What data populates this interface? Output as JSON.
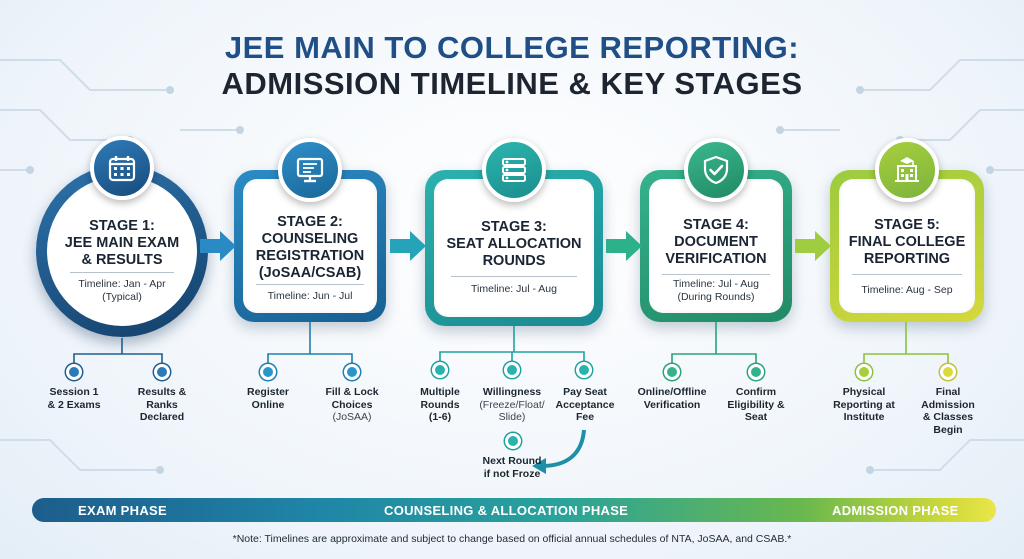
{
  "title": {
    "line1": "JEE MAIN TO COLLEGE REPORTING:",
    "line2": "ADMISSION TIMELINE & KEY STAGES"
  },
  "stages": [
    {
      "title": "STAGE 1:\nJEE MAIN EXAM\n& RESULTS",
      "timeline": "Timeline: Jan - Apr\n(Typical)",
      "icon": "calendar-icon",
      "color": "#1f5f92",
      "substeps": [
        {
          "text": "Session 1\n& 2 Exams"
        },
        {
          "text": "Results &\nRanks\nDeclared"
        }
      ]
    },
    {
      "title": "STAGE 2:\nCOUNSELING\nREGISTRATION\n(JoSAA/CSAB)",
      "timeline": "Timeline: Jun - Jul",
      "icon": "monitor-icon",
      "color": "#1e7fb0",
      "substeps": [
        {
          "text": "Register\nOnline"
        },
        {
          "text": "Fill & Lock\nChoices",
          "note": "(JoSAA)"
        }
      ]
    },
    {
      "title": "STAGE 3:\nSEAT ALLOCATION\nROUNDS",
      "timeline": "Timeline: Jul - Aug",
      "icon": "list-icon",
      "color": "#21a2a0",
      "substeps": [
        {
          "text": "Multiple\nRounds\n(1-6)"
        },
        {
          "text": "Willingness",
          "note": "(Freeze/Float/\nSlide)"
        },
        {
          "text": "Pay Seat\nAcceptance\nFee"
        },
        {
          "text": "Next Round\nif not Froze"
        }
      ]
    },
    {
      "title": "STAGE 4:\nDOCUMENT\nVERIFICATION",
      "timeline": "Timeline: Jul - Aug\n(During Rounds)",
      "icon": "shield-check-icon",
      "color": "#2ba37a",
      "substeps": [
        {
          "text": "Online/Offline\nVerification"
        },
        {
          "text": "Confirm\nEligibility &\nSeat"
        }
      ]
    },
    {
      "title": "STAGE 5:\nFINAL COLLEGE\nREPORTING",
      "timeline": "Timeline: Aug - Sep",
      "icon": "college-building-icon",
      "color": "#8cc23e",
      "substeps": [
        {
          "text": "Physical\nReporting at\nInstitute"
        },
        {
          "text": "Final\nAdmission\n& Classes\nBegin"
        }
      ]
    }
  ],
  "phases": {
    "exam": "EXAM PHASE",
    "counseling": "COUNSELING & ALLOCATION PHASE",
    "admission": "ADMISSION PHASE"
  },
  "note": "*Note: Timelines are approximate and subject to change based on official annual schedules of NTA, JoSAA, and CSAB.*"
}
